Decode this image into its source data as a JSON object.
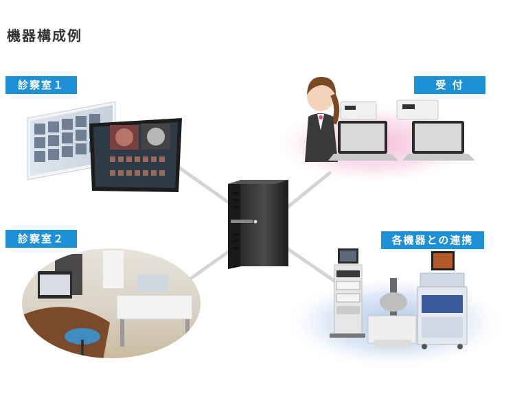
{
  "page_title": "機器構成例",
  "labels": {
    "room1": "診察室１",
    "reception": "受 付",
    "room2": "診察室２",
    "devices": "各機器との連携"
  },
  "colors": {
    "label_bg": "#1e90d6",
    "label_text": "#ffffff",
    "title": "#333333",
    "connector": "#d4d4d4",
    "reception_glow": "#f6c8df",
    "devices_glow": "#c2d6ee"
  }
}
